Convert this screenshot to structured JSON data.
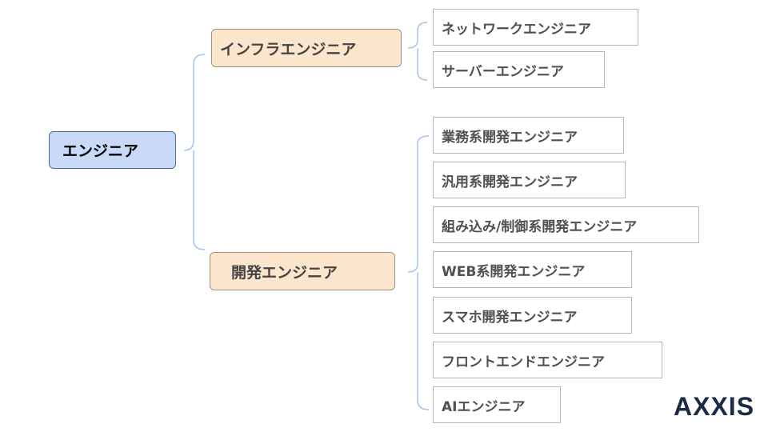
{
  "root": {
    "label": "エンジニア"
  },
  "branches": [
    {
      "label": "インフラエンジニア",
      "children": [
        {
          "label": "ネットワークエンジニア"
        },
        {
          "label": "サーバーエンジニア"
        }
      ]
    },
    {
      "label": "開発エンジニア",
      "children": [
        {
          "label": "業務系開発エンジニア"
        },
        {
          "label": "汎用系開発エンジニア"
        },
        {
          "label": "組み込み/制御系開発エンジニア"
        },
        {
          "label": "WEB系開発エンジニア"
        },
        {
          "label": "スマホ開発エンジニア"
        },
        {
          "label": "フロントエンドエンジニア"
        },
        {
          "label": "AIエンジニア"
        }
      ]
    }
  ],
  "logo": {
    "text": "AXXIS"
  },
  "colors": {
    "root_fill": "#c9daf8",
    "branch_fill": "#fce5cd",
    "connector": "#a4c2f4",
    "leaf_border": "#b7b7b7"
  }
}
